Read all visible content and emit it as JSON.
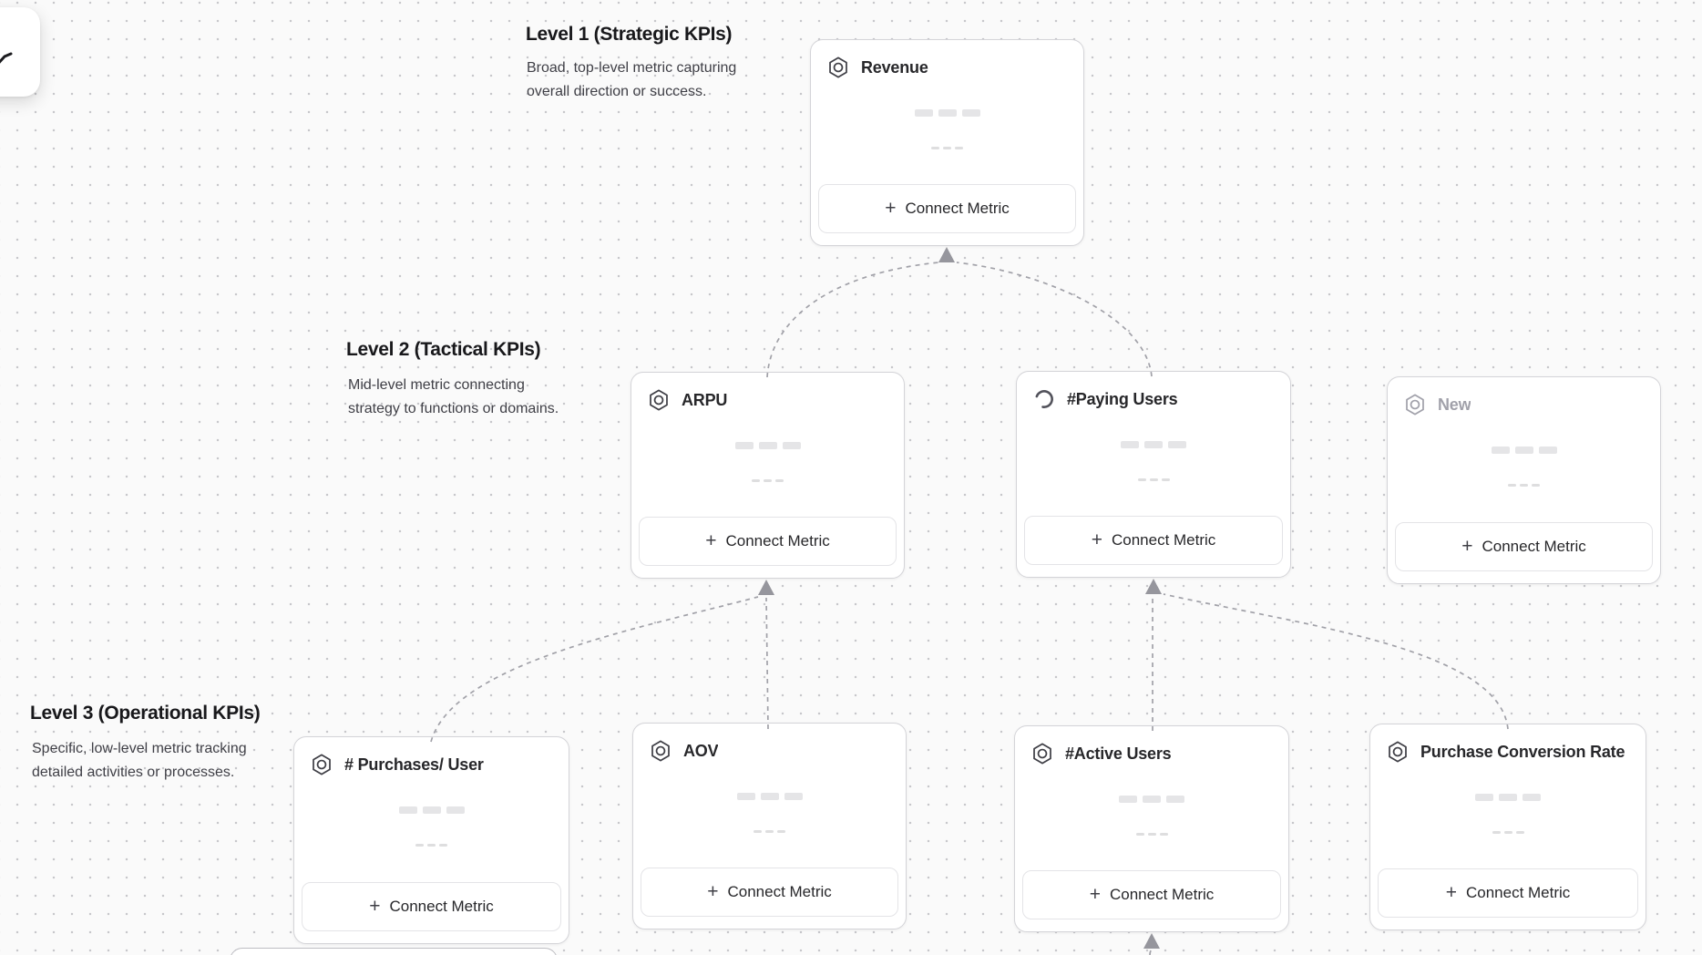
{
  "ui": {
    "plus": "+"
  },
  "sections": [
    {
      "title": "Level 1 (Strategic KPIs)",
      "description_lines": [
        "Broad, top-level metric capturing",
        "overall direction or success."
      ]
    },
    {
      "title": "Level 2 (Tactical KPIs)",
      "description_lines": [
        "Mid-level metric connecting",
        "strategy to functions or domains."
      ]
    },
    {
      "title": "Level 3 (Operational KPIs)",
      "description_lines": [
        "Specific, low-level metric tracking",
        "detailed activities or processes."
      ]
    }
  ],
  "cards": [
    {
      "title": "Revenue",
      "icon": "hexagon-badge-icon",
      "state": "normal",
      "button": "Connect Metric"
    },
    {
      "title": "ARPU",
      "icon": "hexagon-badge-icon",
      "state": "normal",
      "button": "Connect Metric"
    },
    {
      "title": "#Paying Users",
      "icon": "spinner-icon",
      "state": "loading",
      "button": "Connect Metric"
    },
    {
      "title": "New",
      "icon": "hexagon-badge-icon",
      "state": "pending",
      "button": "Connect Metric"
    },
    {
      "title": "# Purchases/ User",
      "icon": "hexagon-badge-icon",
      "state": "normal",
      "button": "Connect Metric"
    },
    {
      "title": "AOV",
      "icon": "hexagon-badge-icon",
      "state": "normal",
      "button": "Connect Metric"
    },
    {
      "title": "#Active Users",
      "icon": "hexagon-badge-icon",
      "state": "normal",
      "button": "Connect Metric"
    },
    {
      "title": "Purchase Conversion Rate",
      "icon": "hexagon-badge-icon",
      "state": "normal",
      "button": "Connect Metric"
    }
  ],
  "colors": {
    "canvas_background": "#fafafa",
    "grid_dot": "#c7c7cb",
    "card_border": "#d4d4d8",
    "connector": "#a1a1a8",
    "arrowhead": "#96969d",
    "skeleton_bar": "#e5e5e7",
    "pending_text": "#a1a1aa",
    "title_text": "#27272a"
  }
}
